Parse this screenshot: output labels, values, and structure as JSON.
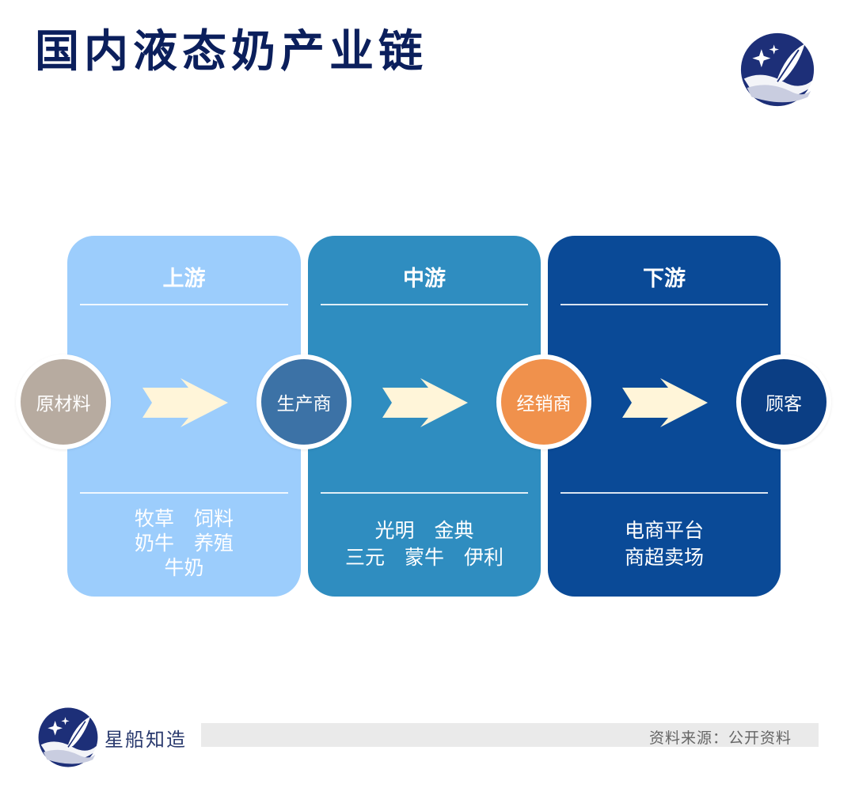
{
  "title": "国内液态奶产业链",
  "panels": [
    {
      "title": "上游",
      "items": [
        "牧草　饲料",
        "奶牛　养殖",
        "牛奶"
      ]
    },
    {
      "title": "中游",
      "items": [
        "光明　金典",
        "三元　蒙牛　伊利"
      ]
    },
    {
      "title": "下游",
      "items": [
        "电商平台",
        "商超卖场"
      ]
    }
  ],
  "nodes": [
    "原材料",
    "生产商",
    "经销商",
    "顾客"
  ],
  "footer": {
    "brand": "星船知造",
    "source": "资料来源：公开资料"
  },
  "colors": {
    "upstream": "#9ccdfc",
    "midstream": "#2f8dc0",
    "downstream": "#0a4a97",
    "raw": "#b7aba0",
    "producer": "#3c72a6",
    "distributor": "#f0914c",
    "customer": "#0b3e84",
    "arrow": "#fff5d9",
    "title": "#0b1f5c"
  },
  "icons": [
    "feather-star-logo-icon",
    "arrow-right-icon"
  ]
}
